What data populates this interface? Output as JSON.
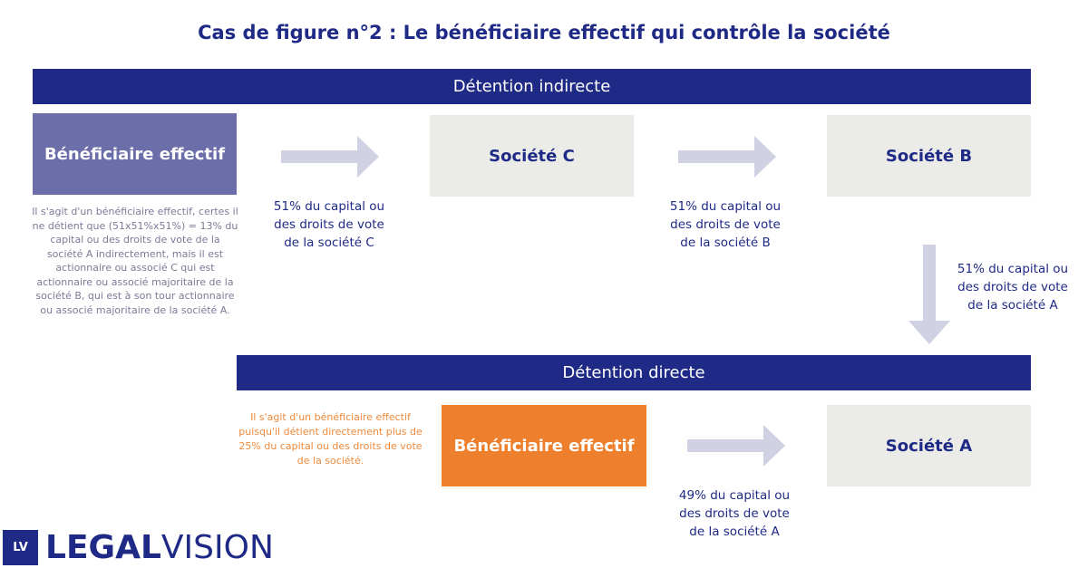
{
  "title": "Cas de figure n°2 : Le bénéficiaire effectif qui contrôle la société",
  "indirect": {
    "band": "Détention indirecte",
    "beneficiary": "Bénéficiaire effectif",
    "beneficiary_note": "Il s'agit d'un bénéficiaire effectif, certes il ne détient que (51x51%x51%) = 13% du capital ou des droits de vote de la société A indirectement, mais il est actionnaire ou associé C qui est actionnaire ou associé majoritaire de la société B, qui est à son tour actionnaire ou associé majoritaire de la société A.",
    "company_c": "Société C",
    "company_b": "Société B",
    "arrow1_label": "51% du capital ou des droits de vote de la société C",
    "arrow2_label": "51% du capital ou des droits de vote de la société B",
    "arrow3_label": "51% du capital ou des droits de vote de la société A"
  },
  "direct": {
    "band": "Détention directe",
    "beneficiary": "Bénéficiaire effectif",
    "beneficiary_note": "Il s'agit d'un bénéficiaire effectif puisqu'il détient directement plus de 25% du capital ou des droits de vote de la société.",
    "company_a": "Société A",
    "arrow_label": "49% du capital ou des droits de vote de la société A"
  },
  "logo": {
    "mark": "LV",
    "bold": "LEGAL",
    "light": "VISION"
  },
  "colors": {
    "navy": "#1f2a86",
    "purple": "#6b6ea8",
    "grey": "#ebebe8",
    "orange": "#ee7f2d",
    "arrow": "#d0d1e3"
  }
}
